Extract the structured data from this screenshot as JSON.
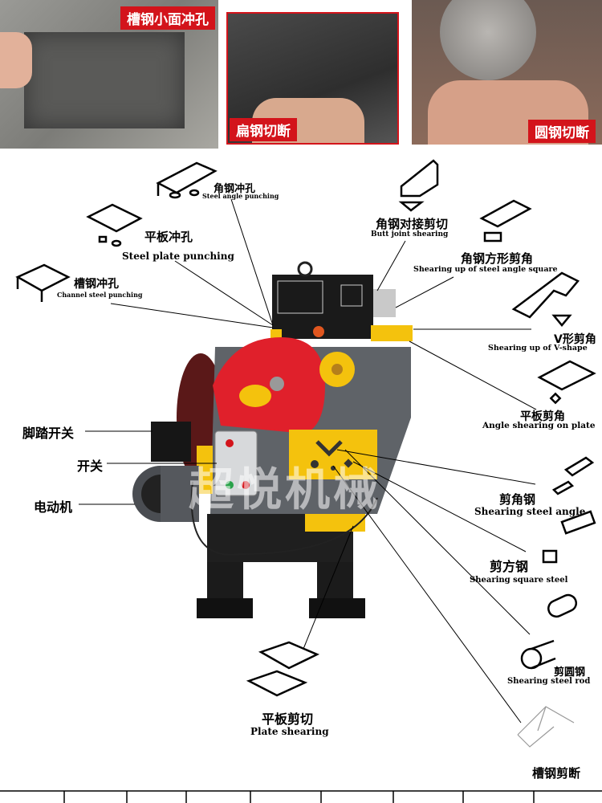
{
  "photos": [
    {
      "label": "槽钢小面冲孔"
    },
    {
      "label": "扁钢切断"
    },
    {
      "label": "圆钢切断"
    }
  ],
  "watermark": "超悦机械",
  "left_labels": {
    "foot_switch": "脚踏开关",
    "switch": "开关",
    "motor": "电动机"
  },
  "functions": [
    {
      "cn": "角钢冲孔",
      "en": "Steel angle punching"
    },
    {
      "cn": "平板冲孔",
      "en": "Steel plate punching"
    },
    {
      "cn": "槽钢冲孔",
      "en": "Channel steel punching"
    },
    {
      "cn": "角钢对接剪切",
      "en": "Butt joint shearing"
    },
    {
      "cn": "角钢方形剪角",
      "en": "Shearing up of steel angle square"
    },
    {
      "cn": "V形剪角",
      "en": "Shearing up of  V-shape"
    },
    {
      "cn": "平板剪角",
      "en": "Angle shearing on plate"
    },
    {
      "cn": "剪角钢",
      "en": "Shearing steel angle"
    },
    {
      "cn": "剪方钢",
      "en": "Shearing square steel"
    },
    {
      "cn": "剪圆钢",
      "en": "Shearing steel rod"
    },
    {
      "cn": "平板剪切",
      "en": "Plate shearing"
    },
    {
      "cn": "槽钢剪断",
      "en": ""
    }
  ],
  "colors": {
    "red": "#d3141b",
    "yellow": "#f4c20d",
    "gray": "#5f6368"
  }
}
